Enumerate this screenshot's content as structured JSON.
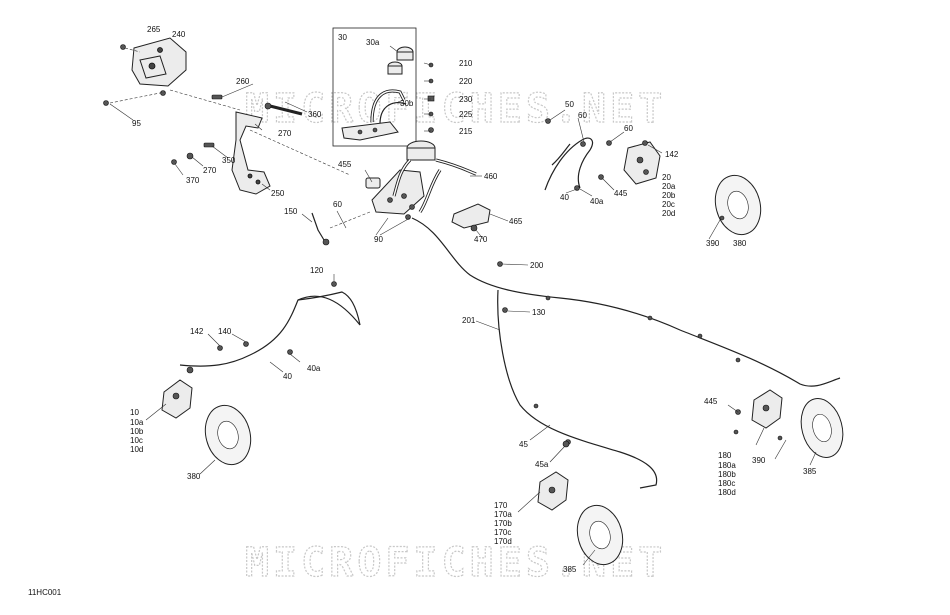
{
  "diagram_code": "11HC001",
  "watermark": "MICROFICHES.NET",
  "inset_label": "30",
  "labels": [
    {
      "id": "265a",
      "text": "265"
    },
    {
      "id": "240",
      "text": "240"
    },
    {
      "id": "260",
      "text": "260"
    },
    {
      "id": "95",
      "text": "95"
    },
    {
      "id": "360",
      "text": "360"
    },
    {
      "id": "270a",
      "text": "270"
    },
    {
      "id": "350",
      "text": "350"
    },
    {
      "id": "370",
      "text": "370"
    },
    {
      "id": "270b",
      "text": "270"
    },
    {
      "id": "250",
      "text": "250"
    },
    {
      "id": "150",
      "text": "150"
    },
    {
      "id": "60a",
      "text": "60"
    },
    {
      "id": "90",
      "text": "90"
    },
    {
      "id": "455",
      "text": "455"
    },
    {
      "id": "460",
      "text": "460"
    },
    {
      "id": "465",
      "text": "465"
    },
    {
      "id": "470",
      "text": "470"
    },
    {
      "id": "30a",
      "text": "30a"
    },
    {
      "id": "30b",
      "text": "30b"
    },
    {
      "id": "210",
      "text": "210"
    },
    {
      "id": "220",
      "text": "220"
    },
    {
      "id": "230",
      "text": "230"
    },
    {
      "id": "225",
      "text": "225"
    },
    {
      "id": "215",
      "text": "215"
    },
    {
      "id": "50",
      "text": "50"
    },
    {
      "id": "60b",
      "text": "60"
    },
    {
      "id": "60c",
      "text": "60"
    },
    {
      "id": "142a",
      "text": "142"
    },
    {
      "id": "40a_top",
      "text": "40a"
    },
    {
      "id": "40_top",
      "text": "40"
    },
    {
      "id": "445a",
      "text": "445"
    },
    {
      "id": "20",
      "text": "20"
    },
    {
      "id": "20a",
      "text": "20a"
    },
    {
      "id": "20b",
      "text": "20b"
    },
    {
      "id": "20c",
      "text": "20c"
    },
    {
      "id": "20d",
      "text": "20d"
    },
    {
      "id": "390a",
      "text": "390"
    },
    {
      "id": "380a",
      "text": "380"
    },
    {
      "id": "200",
      "text": "200"
    },
    {
      "id": "120",
      "text": "120"
    },
    {
      "id": "130",
      "text": "130"
    },
    {
      "id": "201",
      "text": "201"
    },
    {
      "id": "142b",
      "text": "142"
    },
    {
      "id": "140",
      "text": "140"
    },
    {
      "id": "40a_left",
      "text": "40a"
    },
    {
      "id": "40_left",
      "text": "40"
    },
    {
      "id": "10",
      "text": "10"
    },
    {
      "id": "10a",
      "text": "10a"
    },
    {
      "id": "10b",
      "text": "10b"
    },
    {
      "id": "10c",
      "text": "10c"
    },
    {
      "id": "10d",
      "text": "10d"
    },
    {
      "id": "380b",
      "text": "380"
    },
    {
      "id": "45",
      "text": "45"
    },
    {
      "id": "45a",
      "text": "45a"
    },
    {
      "id": "170",
      "text": "170"
    },
    {
      "id": "170a",
      "text": "170a"
    },
    {
      "id": "170b",
      "text": "170b"
    },
    {
      "id": "170c",
      "text": "170c"
    },
    {
      "id": "170d",
      "text": "170d"
    },
    {
      "id": "385a",
      "text": "385"
    },
    {
      "id": "445b",
      "text": "445"
    },
    {
      "id": "180",
      "text": "180"
    },
    {
      "id": "180a",
      "text": "180a"
    },
    {
      "id": "180b",
      "text": "180b"
    },
    {
      "id": "180c",
      "text": "180c"
    },
    {
      "id": "180d",
      "text": "180d"
    },
    {
      "id": "390b",
      "text": "390"
    },
    {
      "id": "385b",
      "text": "385"
    }
  ]
}
